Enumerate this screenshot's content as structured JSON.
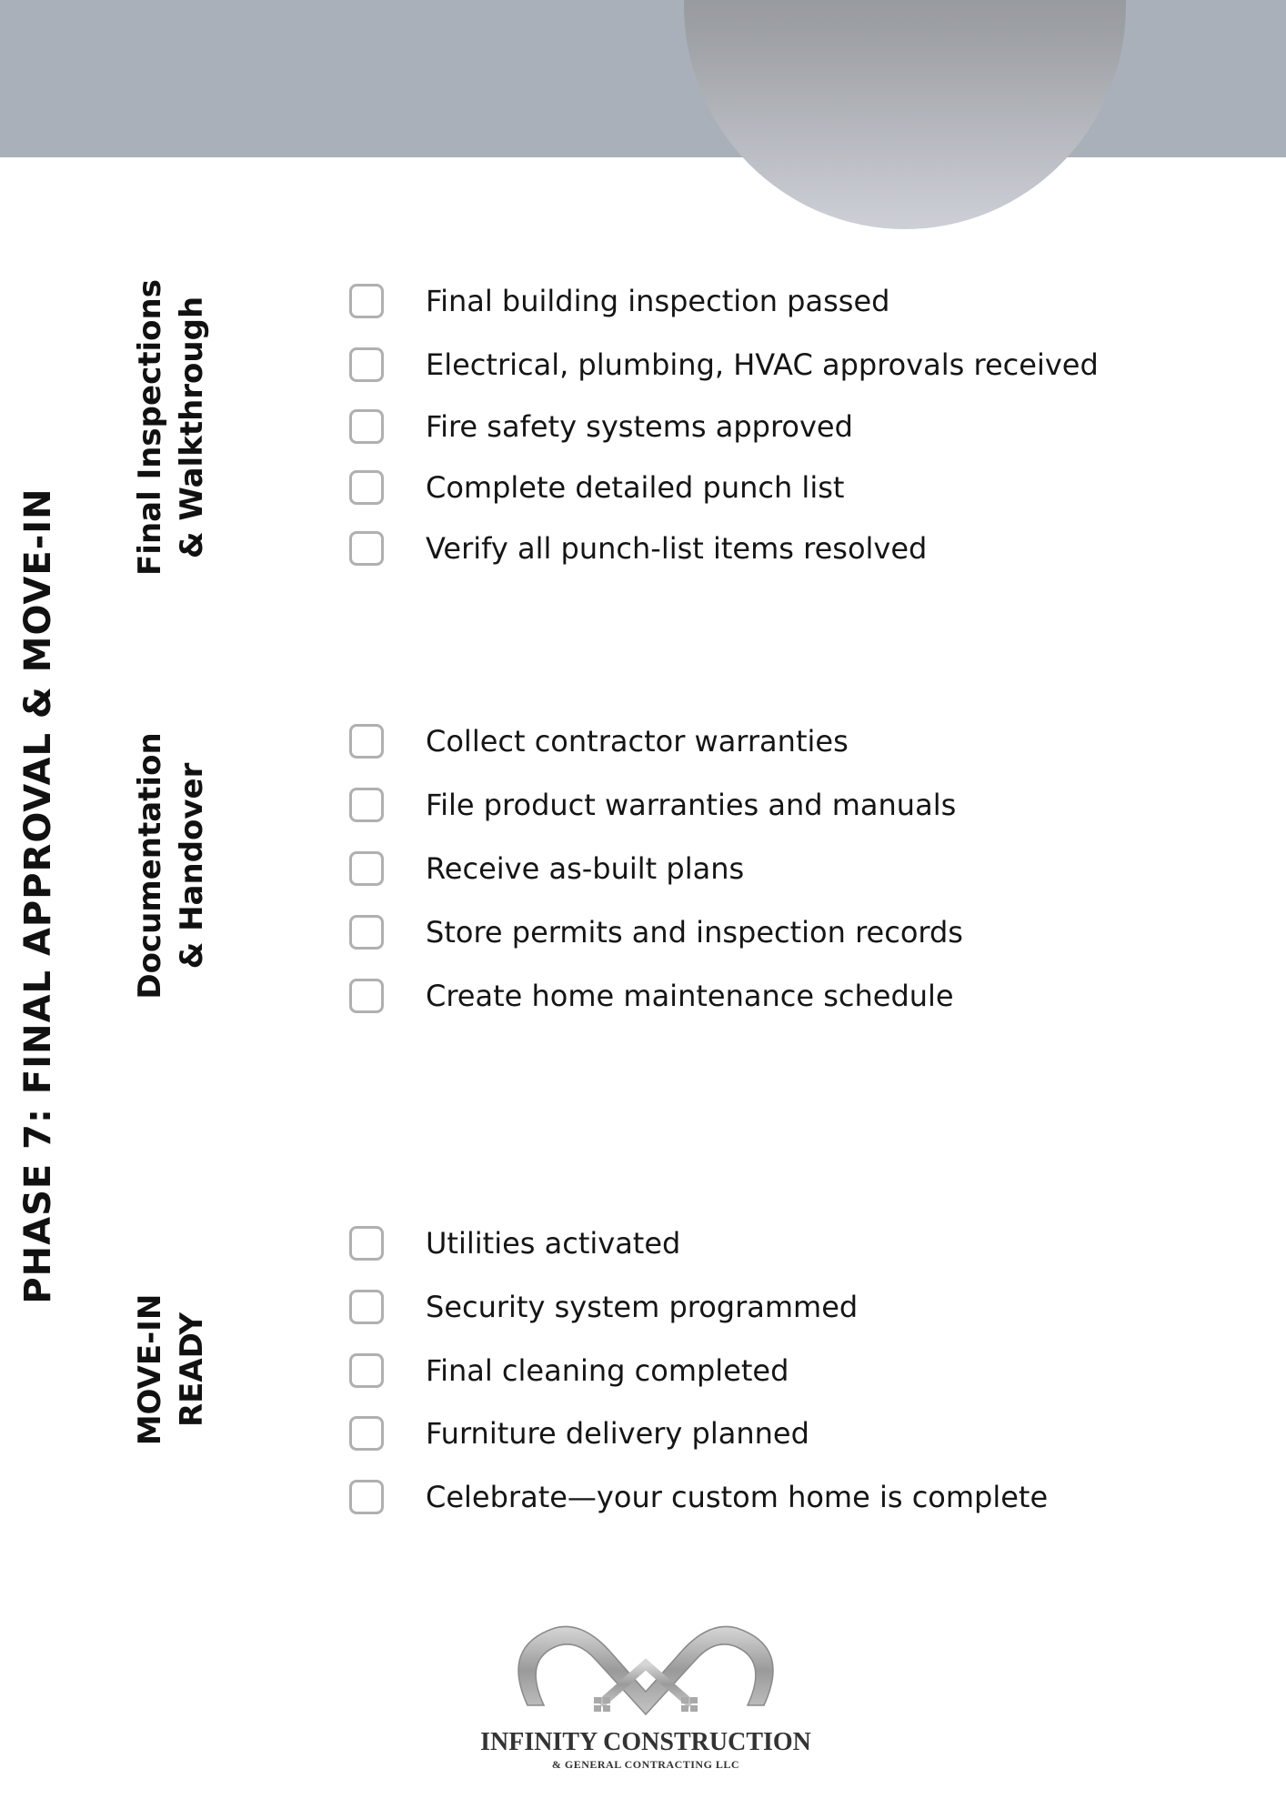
{
  "phase_title": "PHASE 7: FINAL APPROVAL & MOVE-IN",
  "sections": [
    {
      "title_lines": [
        "Final Inspections",
        "& Walkthrough"
      ],
      "items": [
        "Final building inspection passed",
        "Electrical, plumbing, HVAC approvals received",
        "Fire safety systems approved",
        "Complete detailed punch list",
        "Verify all punch-list items resolved"
      ]
    },
    {
      "title_lines": [
        "Documentation",
        "& Handover"
      ],
      "items": [
        "Collect contractor warranties",
        "File product warranties and manuals",
        "Receive as-built plans",
        "Store permits and inspection records",
        "Create home maintenance schedule"
      ]
    },
    {
      "title_lines": [
        "MOVE-IN",
        "READY"
      ],
      "items": [
        "Utilities activated",
        "Security system programmed",
        "Final cleaning completed",
        "Furniture delivery planned",
        "Celebrate—your custom home is complete"
      ]
    }
  ],
  "logo": {
    "name": "INFINITY CONSTRUCTION",
    "subtitle": "& GENERAL CONTRACTING LLC"
  }
}
